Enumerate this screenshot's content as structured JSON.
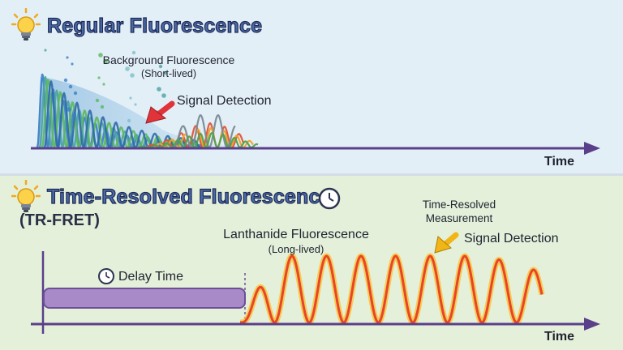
{
  "top_panel": {
    "title": "Regular Fluorescence",
    "background_label": "Background Fluorescence",
    "background_sublabel": "(Short-lived)",
    "signal_label": "Signal Detection",
    "axis_label": "Time"
  },
  "bottom_panel": {
    "title": "Time-Resolved Fluorescence",
    "subtitle": "(TR-FRET)",
    "delay_label": "Delay Time",
    "lanthanide_label": "Lanthanide Fluorescence",
    "lanthanide_sublabel": "(Long-lived)",
    "measurement_label_line1": "Time-Resolved",
    "measurement_label_line2": "Measurement",
    "signal_label": "Signal Detection",
    "axis_label": "Time"
  },
  "icons": [
    "lightbulb-icon",
    "clock-icon",
    "arrow-icon"
  ],
  "colors": {
    "top_bg": "#e3eff7",
    "bottom_bg": "#e4f0da",
    "axis": "#5a3f8a",
    "delay_bar": "#a98ac8",
    "lanthanide_wave": "#ef5a2a",
    "arrow_red": "#e0333a",
    "arrow_orange": "#f2b516"
  }
}
